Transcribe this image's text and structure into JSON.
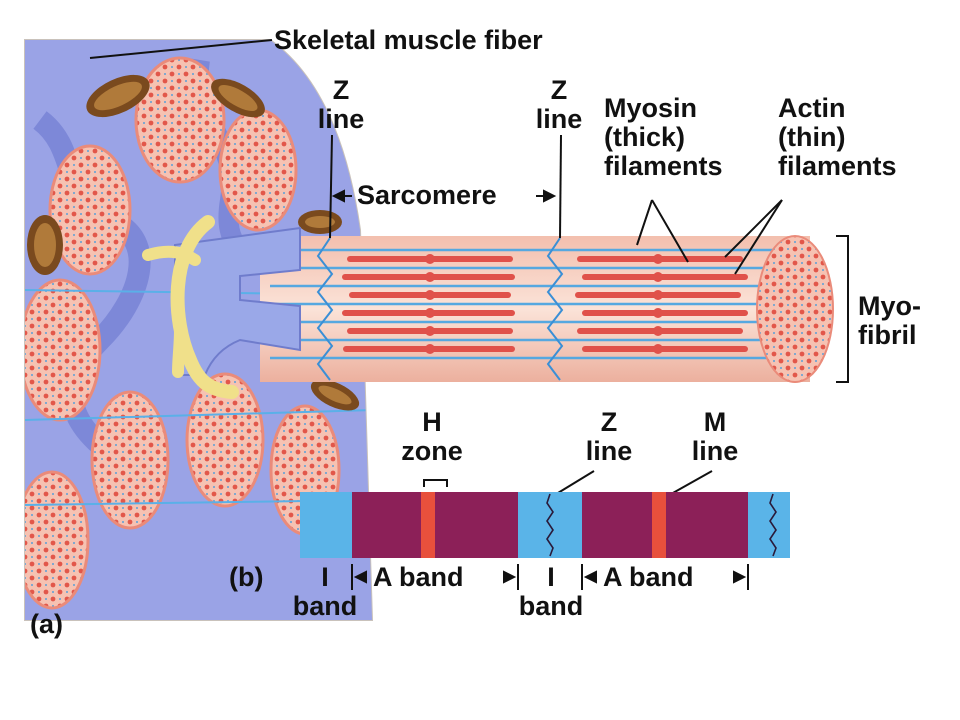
{
  "labels": {
    "skeletal_muscle_fiber": "Skeletal muscle fiber",
    "z": "Z",
    "line": "line",
    "sarcomere": "Sarcomere",
    "myosin_1": "Myosin",
    "myosin_2": "(thick)",
    "myosin_3": "filaments",
    "actin_1": "Actin",
    "actin_2": "(thin)",
    "actin_3": "filaments",
    "myofibril_1": "Myo-",
    "myofibril_2": "fibril",
    "h": "H",
    "zone": "zone",
    "m": "M",
    "i": "I",
    "band": "band",
    "a_band": "A band",
    "part_a": "(a)",
    "part_b": "(b)"
  },
  "colors": {
    "myofibril_body": "#f6c9b8",
    "thick_filament": "#e0514a",
    "thin_filament": "#56a8e0",
    "z_line": "#3a8fd6",
    "i_band": "#5ab4e8",
    "a_band": "#8c2058",
    "h_zone": "#e8503c",
    "sarcoplasmic_reticulum": "#9aa8e8",
    "t_tubule": "#f0e08a",
    "mitochondrion": "#7a4a1e"
  }
}
